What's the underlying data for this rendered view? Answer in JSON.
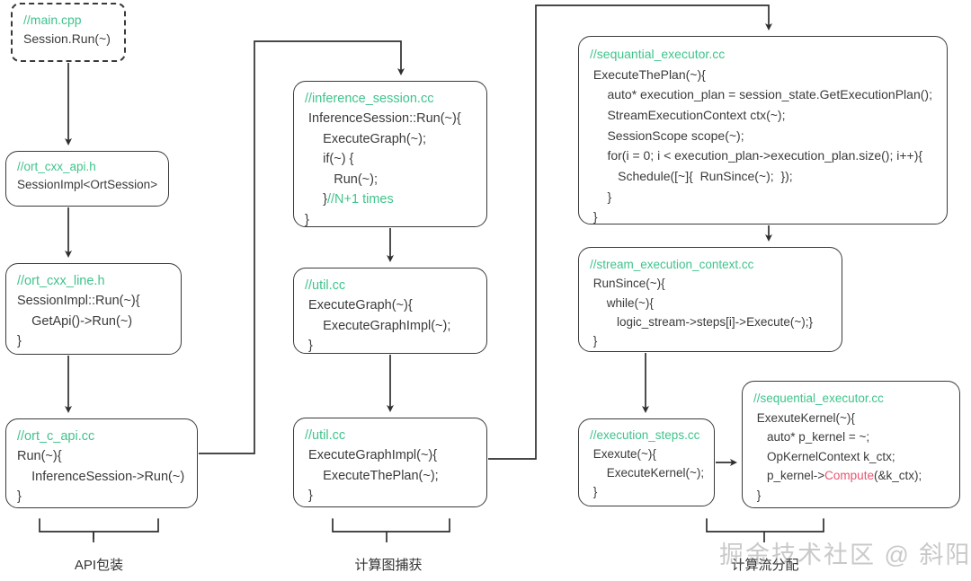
{
  "diagram": {
    "title": "ONNX Runtime Session.Run call stack",
    "accent_comment_color": "#3fc48c",
    "highlight_color": "#e8566f",
    "stroke_color": "#3a3a3a",
    "nodes": {
      "main": {
        "comment": "//main.cpp",
        "lines": [
          "Session.Run(~)"
        ]
      },
      "ort_cxx_api": {
        "comment": "//ort_cxx_api.h",
        "lines": [
          "SessionImpl<OrtSession>"
        ]
      },
      "ort_cxx_line": {
        "comment": "//ort_cxx_line.h",
        "lines": [
          "SessionImpl::Run(~){",
          "    GetApi()->Run(~)",
          "}"
        ]
      },
      "ort_c_api": {
        "comment": "//ort_c_api.cc",
        "lines": [
          "Run(~){",
          "    InferenceSession->Run(~)",
          "}"
        ]
      },
      "inference_session": {
        "comment": "//inference_session.cc",
        "lines": [
          " InferenceSession::Run(~){",
          "     ExecuteGraph(~);",
          "     if(~) {",
          "        Run(~);",
          "     }"
        ],
        "trailing_comment": "//N+1 times",
        "close": "}"
      },
      "util_execute_graph": {
        "comment": "//util.cc",
        "lines": [
          " ExecuteGraph(~){",
          "     ExecuteGraphImpl(~);",
          " }"
        ]
      },
      "util_execute_graph_impl": {
        "comment": "//util.cc",
        "lines": [
          " ExecuteGraphImpl(~){",
          "     ExecuteThePlan(~);",
          " }"
        ]
      },
      "sequantial_executor": {
        "comment": "//sequantial_executor.cc",
        "lines": [
          " ExecuteThePlan(~){",
          "     auto* execution_plan = session_state.GetExecutionPlan();",
          "     StreamExecutionContext ctx(~);",
          "     SessionScope scope(~);",
          "     for(i = 0; i < execution_plan->execution_plan.size(); i++){",
          "        Schedule([~]{  RunSince(~);  });",
          "     }",
          " }"
        ]
      },
      "stream_execution_context": {
        "comment": "//stream_execution_context.cc",
        "lines": [
          " RunSince(~){",
          "     while(~){",
          "        logic_stream->steps[i]->Execute(~);}",
          " }"
        ]
      },
      "execution_steps": {
        "comment": "//execution_steps.cc",
        "lines": [
          " Exexute(~){",
          "     ExecuteKernel(~);",
          " }"
        ]
      },
      "sequential_executor_kernel": {
        "comment": "//sequential_executor.cc",
        "pre": [
          " ExexuteKernel(~){",
          "    auto* p_kernel = ~;",
          "    OpKernelContext k_ctx;"
        ],
        "call_prefix": "    p_kernel->",
        "call_highlight": "Compute",
        "call_suffix": "(&k_ctx);",
        "close": " }"
      }
    },
    "group_labels": [
      {
        "id": "api-wrapper",
        "text": "API包装"
      },
      {
        "id": "graph-capture",
        "text": "计算图捕获"
      },
      {
        "id": "stream-dispatch",
        "text": "计算流分配"
      }
    ],
    "watermark": "掘金技术社区 @ 斜阳"
  }
}
